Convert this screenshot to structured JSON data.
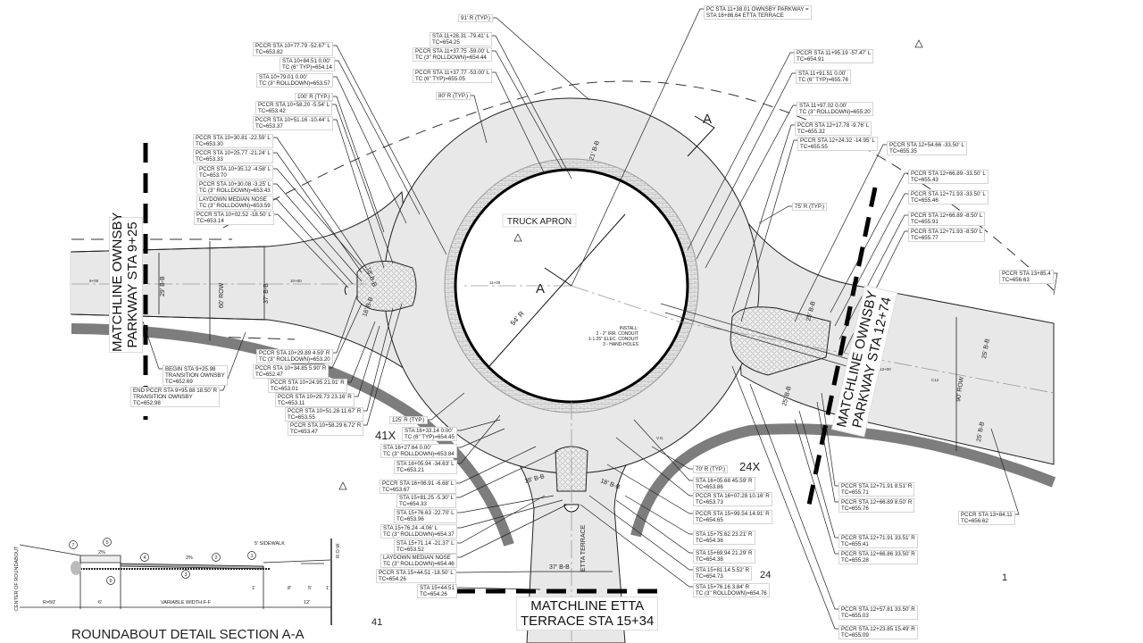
{
  "colors": {
    "road": "#e8e8e8",
    "curb_band": "#808080",
    "line": "#111111",
    "apron": "#dcdcdc"
  },
  "labels": [
    [
      "PCCR STA 10+77.79 -52.67' L",
      "TC=653.82"
    ],
    [
      "STA 10+84.51 0.00'",
      "TC (6\" TYP)=654.14"
    ],
    [
      "STA 10+79.01 0.00'",
      "TC (3\" ROLLDOWN)=653.57"
    ],
    [
      "100' R (TYP.)"
    ],
    [
      "PCCR STA 10+58.20 -5.54' L",
      "TC=653.42"
    ],
    [
      "PCCR STA 10+51.16 -10.44' L",
      "TC=653.37"
    ],
    [
      "PCCR STA 10+30.81 -22.59' L",
      "TC=653.30"
    ],
    [
      "PCCR STA 10+25.77 -21.24' L",
      "TC=653.33"
    ],
    [
      "PCCR STA 10+35.12 -4.58' L",
      "TC=653.70"
    ],
    [
      "PCCR STA 10+30.08 -3.25' L",
      "TC (3\" ROLLDOWN)=653.43"
    ],
    [
      "LAYDOWN MEDIAN NOSE",
      "TC (3\" ROLLDOWN)=653.59"
    ],
    [
      "PCCR STA 10+02.52 -18.50' L",
      "TC=653.14"
    ],
    [
      "91' R (TYP.)"
    ],
    [
      "STA 11+28.31 -79.41' L",
      "TC=654.25"
    ],
    [
      "PCCR STA 11+37.75 -59.00' L",
      "TC (3\" ROLLDOWN)=654.44"
    ],
    [
      "PCCR STA 11+37.77 -53.00' L",
      "TC (6\" TYP)=655.05"
    ],
    [
      "80' R (TYP.)"
    ],
    [
      "PC STA 11+38.01 OWNSBY PARKWAY =",
      "STA 16+86.64 ETTA TERRACE"
    ],
    [
      "PCCR STA 11+95.19 -57.47' L",
      "TC=654.91"
    ],
    [
      "STA 11+91.51 0.00'",
      "TC (6\" TYP)=655.76"
    ],
    [
      "STA 11+97.02 0.00'",
      "TC (3\" ROLLDOWN)=655.20"
    ],
    [
      "PCCR STA 12+17.78 -9.76' L",
      "TC=655.32"
    ],
    [
      "PCCR STA 12+24.32 -14.95' L",
      "TC=655.55"
    ],
    [
      "PCCR STA 12+54.66 -33.50' L",
      "TC=655.35"
    ],
    [
      "PCCR STA 12+66.89 -33.50' L",
      "TC=655.43"
    ],
    [
      "PCCR STA 12+71.93 -33.50' L",
      "TC=655.46"
    ],
    [
      "PCCR STA 12+66.89 -8.50' L",
      "TC=655.91"
    ],
    [
      "PCCR STA 12+71.93 -8.50' L",
      "TC=655.77"
    ],
    [
      "75' R (TYP.)"
    ],
    [
      "PCCR STA 13+85.4",
      "TC=656.63"
    ],
    [
      "PCCR STA 10+29.89 4.59' R",
      "TC (3\" ROLLDOWN)=653.20"
    ],
    [
      "PCCR STA 10+34.85 5.90' R",
      "TC=652.47"
    ],
    [
      "PCCR STA 10+24.95 21.91' R",
      "TC=653.01"
    ],
    [
      "PCCR STA 10+29.73 23.16' R",
      "TC=653.11"
    ],
    [
      "PCCR STA 10+51.28 11.67' R",
      "TC=653.55"
    ],
    [
      "PCCR STA 10+58.29 6.72' R",
      "TC=653.47"
    ],
    [
      "BEGIN STA 9+25.98",
      "TRANSITION OWNSBY",
      "TC=652.69"
    ],
    [
      "END PCCR STA 9+95.88 18.50' R",
      "TRANSITION OWNSBY",
      "TC=652.98"
    ],
    [
      "125' R (TYP.)"
    ],
    [
      "STA 16+33.14 0.00'",
      "TC (6\" TYP)=654.45"
    ],
    [
      "STA 16+27.64 0.00'",
      "TC (3\" ROLLDOWN)=653.84"
    ],
    [
      "STA 16+05.94 -34.63' L",
      "TC=653.21"
    ],
    [
      "PCCR STA 16+06.91 -6.68' L",
      "TC=653.67"
    ],
    [
      "STA 15+81.25 -5.30' L",
      "TC=654.33"
    ],
    [
      "STA 15+76.63 -22.70' L",
      "TC=653.96"
    ],
    [
      "STA 15+76.24 -4.06' L",
      "TC (3\" ROLLDOWN)=654.37"
    ],
    [
      "STA 15+71.14 -21.37' L",
      "TC=653.52"
    ],
    [
      "LAYDOWN MEDIAN NOSE",
      "TC (3\" ROLLDOWN)=654.46"
    ],
    [
      "PCCR STA 15+44.51 -18.50' L",
      "TC=654.26"
    ],
    [
      "STA 15+44.51",
      "TC=654.26"
    ],
    [
      "70' R (TYP.)"
    ],
    [
      "STA 16+05.68 45.59' R",
      "TC=653.86"
    ],
    [
      "PCCR STA 16+07.28 10.16' R",
      "TC=653.73"
    ],
    [
      "PCCR STA 15+99.54 14.91' R",
      "TC=654.65"
    ],
    [
      "STA 15+75.62 23.21' R",
      "TC=654.36"
    ],
    [
      "STA 15+69.94 21.29' R",
      "TC=654.38"
    ],
    [
      "STA 15+81.14 5.52' R",
      "TC=654.73"
    ],
    [
      "STA 15+76.16 3.84' R",
      "TC (3\" ROLLDOWN)=654.76"
    ],
    [
      "PCCR STA 12+71.91 8.51' R",
      "TC=655.71"
    ],
    [
      "PCCR STA 12+66.89 8.50' R",
      "TC=655.76"
    ],
    [
      "PCCR STA 13+84.11",
      "TC=656.62"
    ],
    [
      "PCCR STA 12+71.91 33.51' R",
      "TC=655.41"
    ],
    [
      "PCCR STA 12+66.86 33.50' R",
      "TC=655.28"
    ],
    [
      "PCCR STA 12+57.81 33.50' R",
      "TC=655.03"
    ],
    [
      "PCCR STA 12+23.85 15.49' R",
      "TC=655.09"
    ]
  ],
  "matchlines": {
    "left": [
      "MATCHLINE OWNSBY",
      "PARKWAY STA 9+25"
    ],
    "right": [
      "MATCHLINE OWNSBY",
      "PARKWAY STA 12+74"
    ],
    "bottom": [
      "MATCHLINE ETTA",
      "TERRACE STA 15+34"
    ]
  },
  "plan": {
    "truck_apron": "TRUCK APRON",
    "section_mark": "A",
    "radius_54": "54' R",
    "install": [
      "INSTALL:",
      "2 - 2\" IRR. CONDUIT",
      "1-1.25\" ELEC. CONDUIT",
      "3 - HAND-HOLES"
    ],
    "bb_21": "21' B-B",
    "bb_18": "18' B-B",
    "bb_25": "25' B-B",
    "bb_29": "29' B-B",
    "bb_37": "37' B-B",
    "row_60": "60' ROW",
    "row_90": "90' ROW",
    "etta_terrace": "ETTA TERRACE",
    "sta_900": "9+00",
    "sta_1000": "10+00",
    "sta_1100": "11+00",
    "sta_1300": "13+00",
    "c12": "C12",
    "vg": "V.G.",
    "sheet_41x": "41X",
    "sheet_24x": "24X",
    "sheet_41": "41",
    "sheet_24": "24",
    "sheet_1": "1"
  },
  "section": {
    "title": "ROUNDABOUT DETAIL SECTION A-A",
    "center": "CENTER OF ROUNDABOUT",
    "row": "R.O.W.",
    "sidewalk": "5' SIDEWALK",
    "slope": "2%",
    "r50": "R=50'",
    "w6": "6'",
    "variable": "VARIABLE WIDTH F-F",
    "w12": "12'",
    "w1": "1'",
    "w5": "5'",
    "w8": "8'",
    "callouts": [
      "1",
      "2",
      "3",
      "4",
      "5",
      "6",
      "7"
    ]
  }
}
